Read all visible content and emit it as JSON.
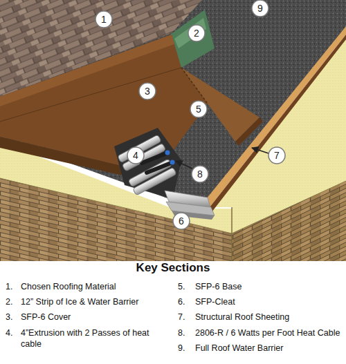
{
  "diagram": {
    "title": "Key Sections",
    "nodes": [
      {
        "text": [
          "1"
        ]
      },
      {
        "text": [
          "2"
        ]
      },
      {
        "text": [
          "3"
        ]
      },
      {
        "text": [
          "4"
        ]
      },
      {
        "text": [
          "5"
        ]
      },
      {
        "text": [
          "6"
        ]
      },
      {
        "text": [
          "7"
        ]
      },
      {
        "text": [
          "8"
        ]
      },
      {
        "text": [
          "9"
        ]
      }
    ],
    "labels": [
      "1.",
      "Chosen Roofing Material",
      "2.",
      "12” Strip of Ice & Water Barrier",
      "3.",
      "SFP-6 Cover",
      "4.",
      "4”Extrusion with 2 Passes of heat cable",
      "5.",
      "SFP-6 Base",
      "6.",
      "SFP-Cleat",
      "7.",
      "Structural Roof Sheeting",
      "8.",
      "2806-R / 6 Watts per Foot Heat Cable",
      "9.",
      "Full Roof Water Barrier"
    ]
  }
}
